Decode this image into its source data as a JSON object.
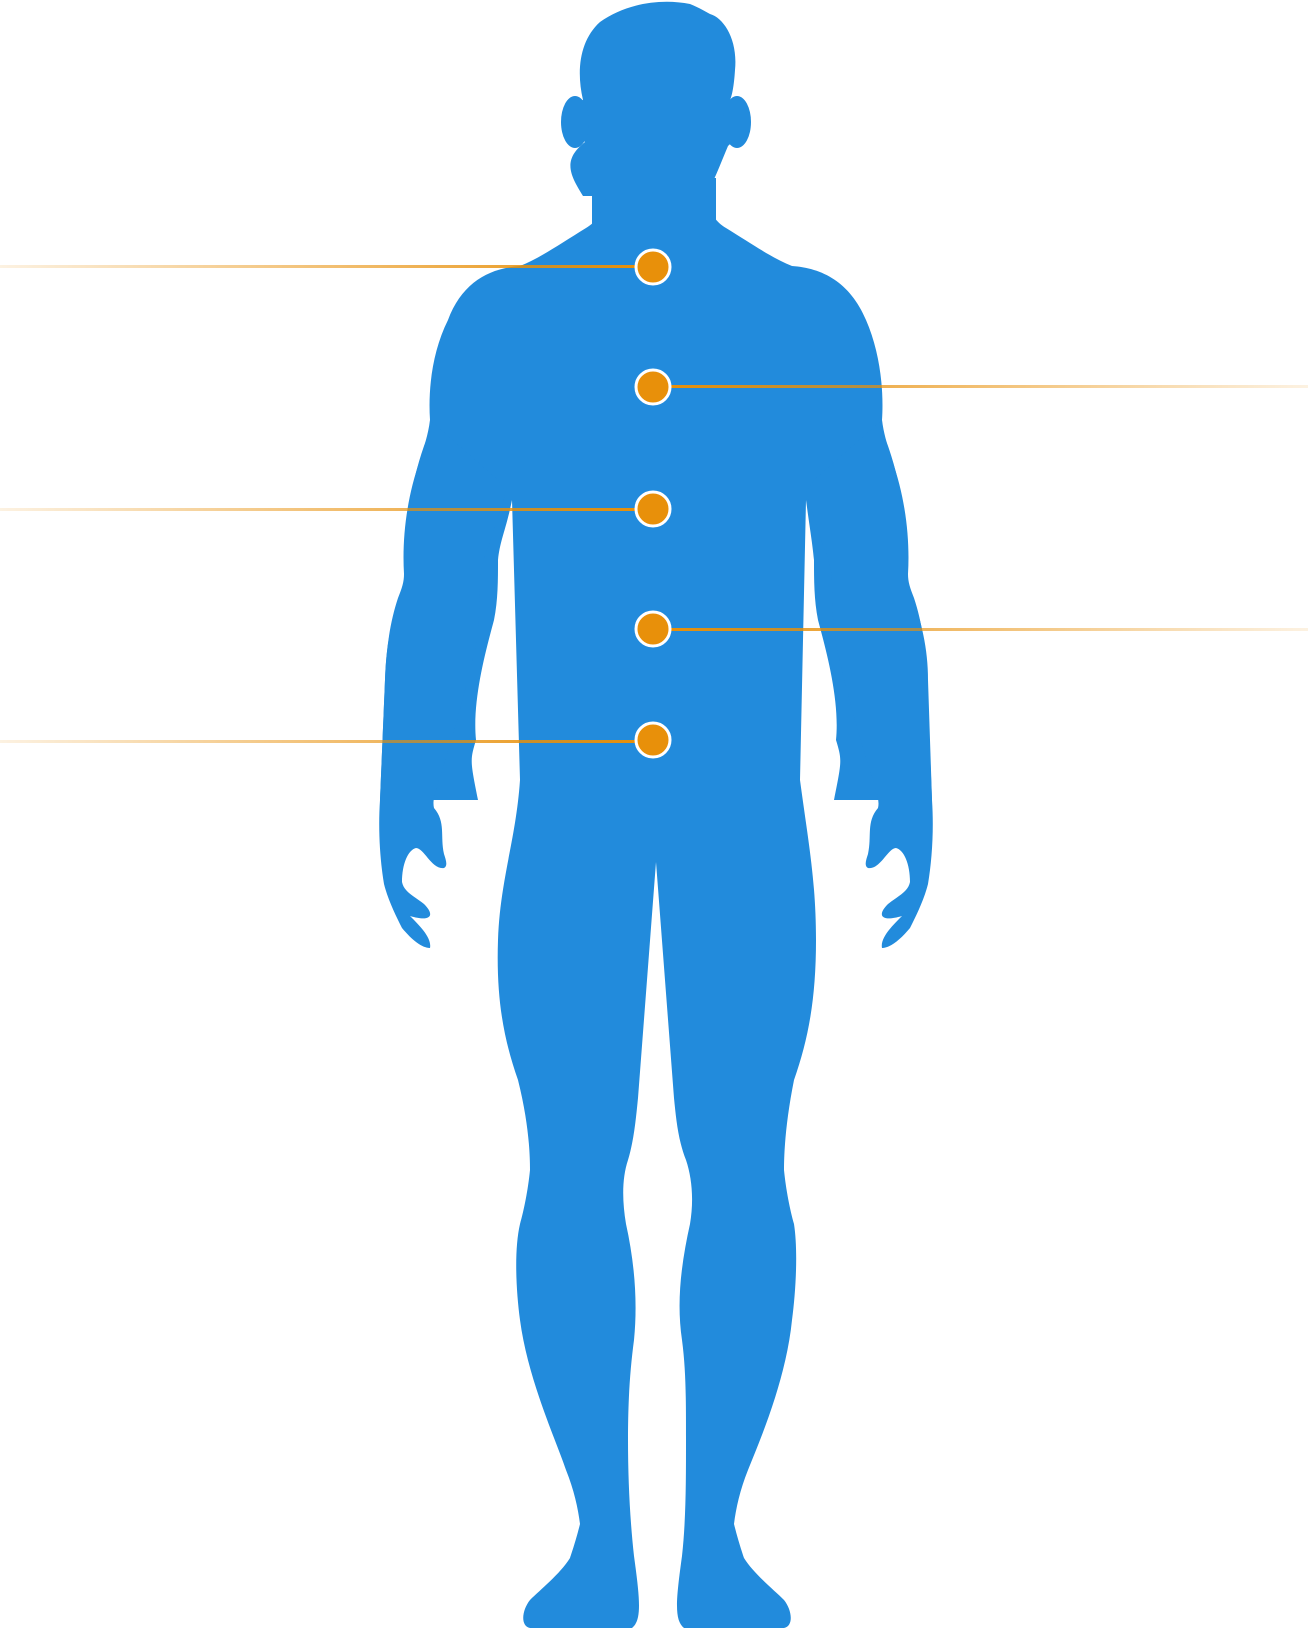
{
  "diagram": {
    "figure": "human-body-silhouette",
    "colors": {
      "body": "#228BDC",
      "marker": "#E8900A",
      "marker_ring": "#FFFFFF",
      "line": "#E8900A",
      "background": "#FFFFFF"
    },
    "markers": [
      {
        "name": "neck-marker",
        "line_side": "left"
      },
      {
        "name": "chest-marker",
        "line_side": "right"
      },
      {
        "name": "upper-abdomen-marker",
        "line_side": "left"
      },
      {
        "name": "navel-marker",
        "line_side": "right"
      },
      {
        "name": "hip-marker",
        "line_side": "left"
      }
    ]
  }
}
